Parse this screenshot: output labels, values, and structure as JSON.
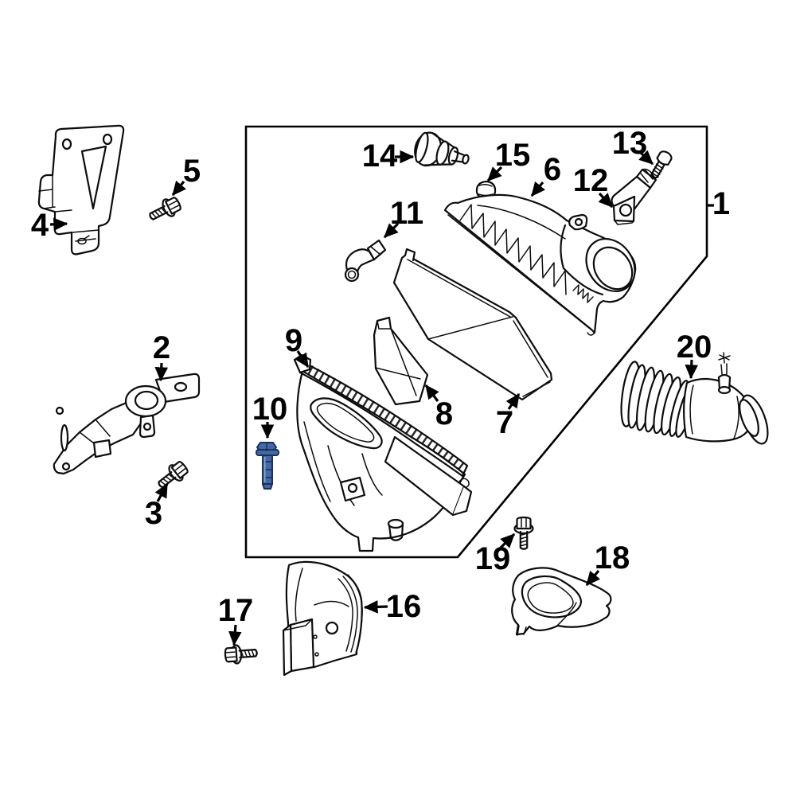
{
  "diagram": {
    "background_color": "#ffffff",
    "line_color": "#0d0d0d",
    "highlight_color": "#4268a8",
    "highlight_stroke": "#1b3055",
    "highlight_light": "#7da1d4",
    "highlighted_callout": "10",
    "callouts": [
      {
        "id": "1",
        "part": "air-cleaner-assembly-box"
      },
      {
        "id": "2",
        "part": "support-bracket"
      },
      {
        "id": "3",
        "part": "bracket-screw"
      },
      {
        "id": "4",
        "part": "mount-bracket"
      },
      {
        "id": "5",
        "part": "bracket-screw"
      },
      {
        "id": "6",
        "part": "air-cleaner-upper-cover"
      },
      {
        "id": "7",
        "part": "air-filter-element"
      },
      {
        "id": "8",
        "part": "air-deflector"
      },
      {
        "id": "9",
        "part": "air-cleaner-lower-housing"
      },
      {
        "id": "10",
        "part": "mounting-bolt"
      },
      {
        "id": "11",
        "part": "vent-tube"
      },
      {
        "id": "12",
        "part": "air-flow-sensor"
      },
      {
        "id": "13",
        "part": "sensor-screw"
      },
      {
        "id": "14",
        "part": "rubber-mount"
      },
      {
        "id": "15",
        "part": "grommet"
      },
      {
        "id": "16",
        "part": "inlet-duct-cover"
      },
      {
        "id": "17",
        "part": "duct-screw"
      },
      {
        "id": "18",
        "part": "air-intake-duct"
      },
      {
        "id": "19",
        "part": "duct-screw"
      },
      {
        "id": "20",
        "part": "air-intake-hose"
      }
    ]
  }
}
